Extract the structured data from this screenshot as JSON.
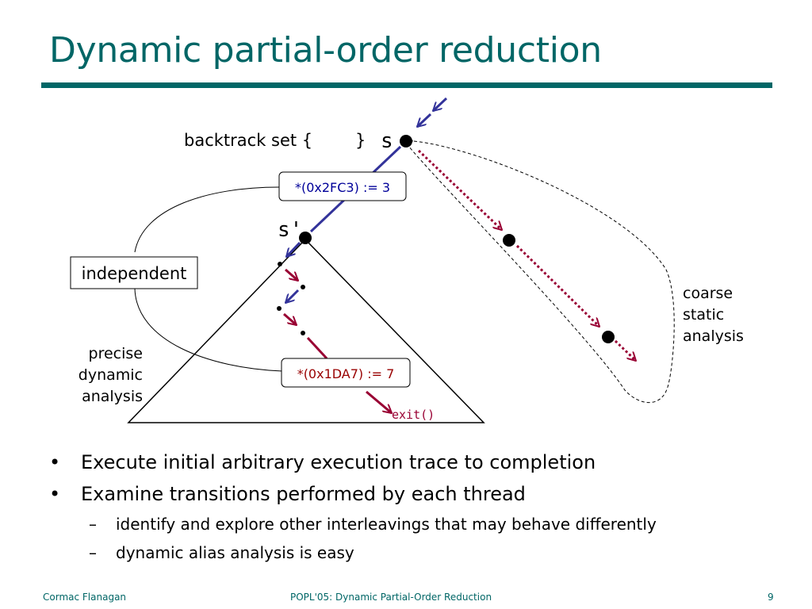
{
  "slide": {
    "title": "Dynamic partial-order reduction"
  },
  "diagram": {
    "backtrack_open": "backtrack set {",
    "backtrack_close": "}",
    "state_s": "s",
    "state_s_prime": "s'",
    "transition_top": "*(0x2FC3) := 3",
    "transition_bottom": "*(0x1DA7) := 7",
    "exit_label": "exit()",
    "independent_label": "independent",
    "precise_label": [
      "precise",
      "dynamic",
      "analysis"
    ],
    "coarse_label": [
      "coarse",
      "static",
      "analysis"
    ],
    "colors": {
      "blue_arrow": "#33339a",
      "red_arrow": "#990033",
      "transition_top_text": "#000099",
      "transition_bottom_text": "#990000"
    }
  },
  "bullets": [
    {
      "text": "Execute initial arbitrary execution trace to completion",
      "subs": []
    },
    {
      "text": "Examine transitions performed by each thread",
      "subs": [
        "identify and explore other interleavings that may behave differently",
        "dynamic alias analysis is easy"
      ]
    }
  ],
  "footer": {
    "left": "Cormac Flanagan",
    "center": "POPL'05: Dynamic Partial-Order Reduction",
    "right": "9"
  }
}
